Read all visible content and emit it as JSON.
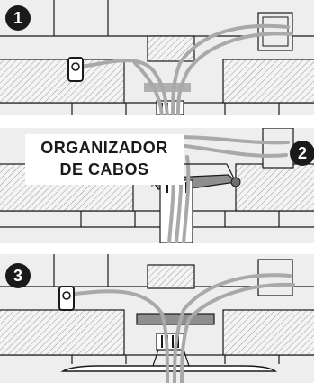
{
  "steps": [
    "1",
    "2",
    "3"
  ],
  "label": {
    "line1": "ORGANIZADOR",
    "line2": "DE CABOS"
  },
  "colors": {
    "wall": "#eeeeee",
    "hatch": "#9a9a9a",
    "line": "#1a1a1a",
    "cable": "#a9a9a9",
    "organizer": "#8e8e8e"
  }
}
